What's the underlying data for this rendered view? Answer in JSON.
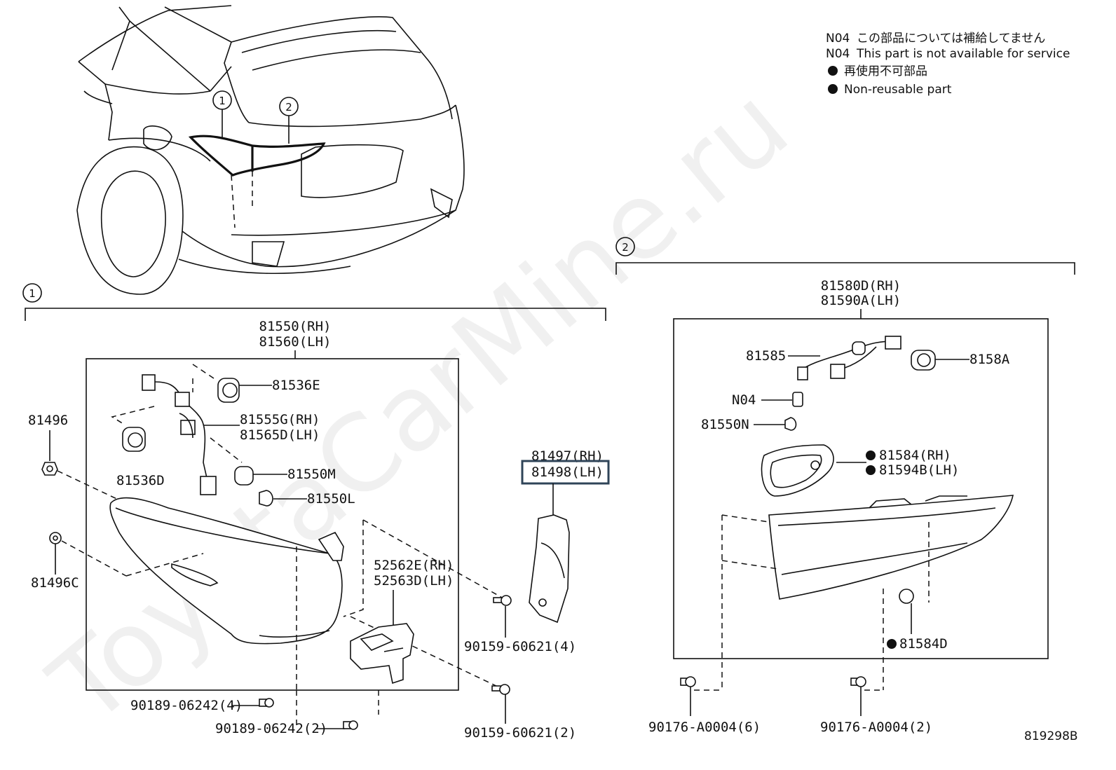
{
  "notes": {
    "n04_label_1": "N04",
    "n04_ja": "この部品については補給してません",
    "n04_label_2": "N04",
    "n04_en": "This part is not available for service",
    "nonreusable_ja": "再使用不可部品",
    "nonreusable_en": "Non-reusable part"
  },
  "watermark": "ToyotaCarMine.ru",
  "callouts": {
    "one": "1",
    "two": "2"
  },
  "group1": {
    "assembly_rh": "81550(RH)",
    "assembly_lh": "81560(LH)",
    "parts": {
      "p81536E": "81536E",
      "p81555G": "81555G(RH)",
      "p81565D": "81565D(LH)",
      "p81496": "81496",
      "p81536D": "81536D",
      "p81550M": "81550M",
      "p81550L": "81550L",
      "p81496C": "81496C",
      "p52562E": "52562E(RH)",
      "p52563D": "52563D(LH)",
      "p81497": "81497(RH)",
      "p81498": "81498(LH)",
      "p90159a": "90159-60621(4)",
      "p90159b": "90159-60621(2)",
      "p90189a": "90189-06242(4)",
      "p90189b": "90189-06242(2)"
    }
  },
  "group2": {
    "assembly_rh": "81580D(RH)",
    "assembly_lh": "81590A(LH)",
    "parts": {
      "p81585": "81585",
      "p8158A": "8158A",
      "pN04": "N04",
      "p81550N": "81550N",
      "p81584": "81584(RH)",
      "p81594B": "81594B(LH)",
      "p81584D": "81584D",
      "p90176a": "90176-A0004(6)",
      "p90176b": "90176-A0004(2)"
    }
  },
  "diagram_code": "819298B",
  "colors": {
    "line": "#111111",
    "highlight": "#2f4458"
  }
}
